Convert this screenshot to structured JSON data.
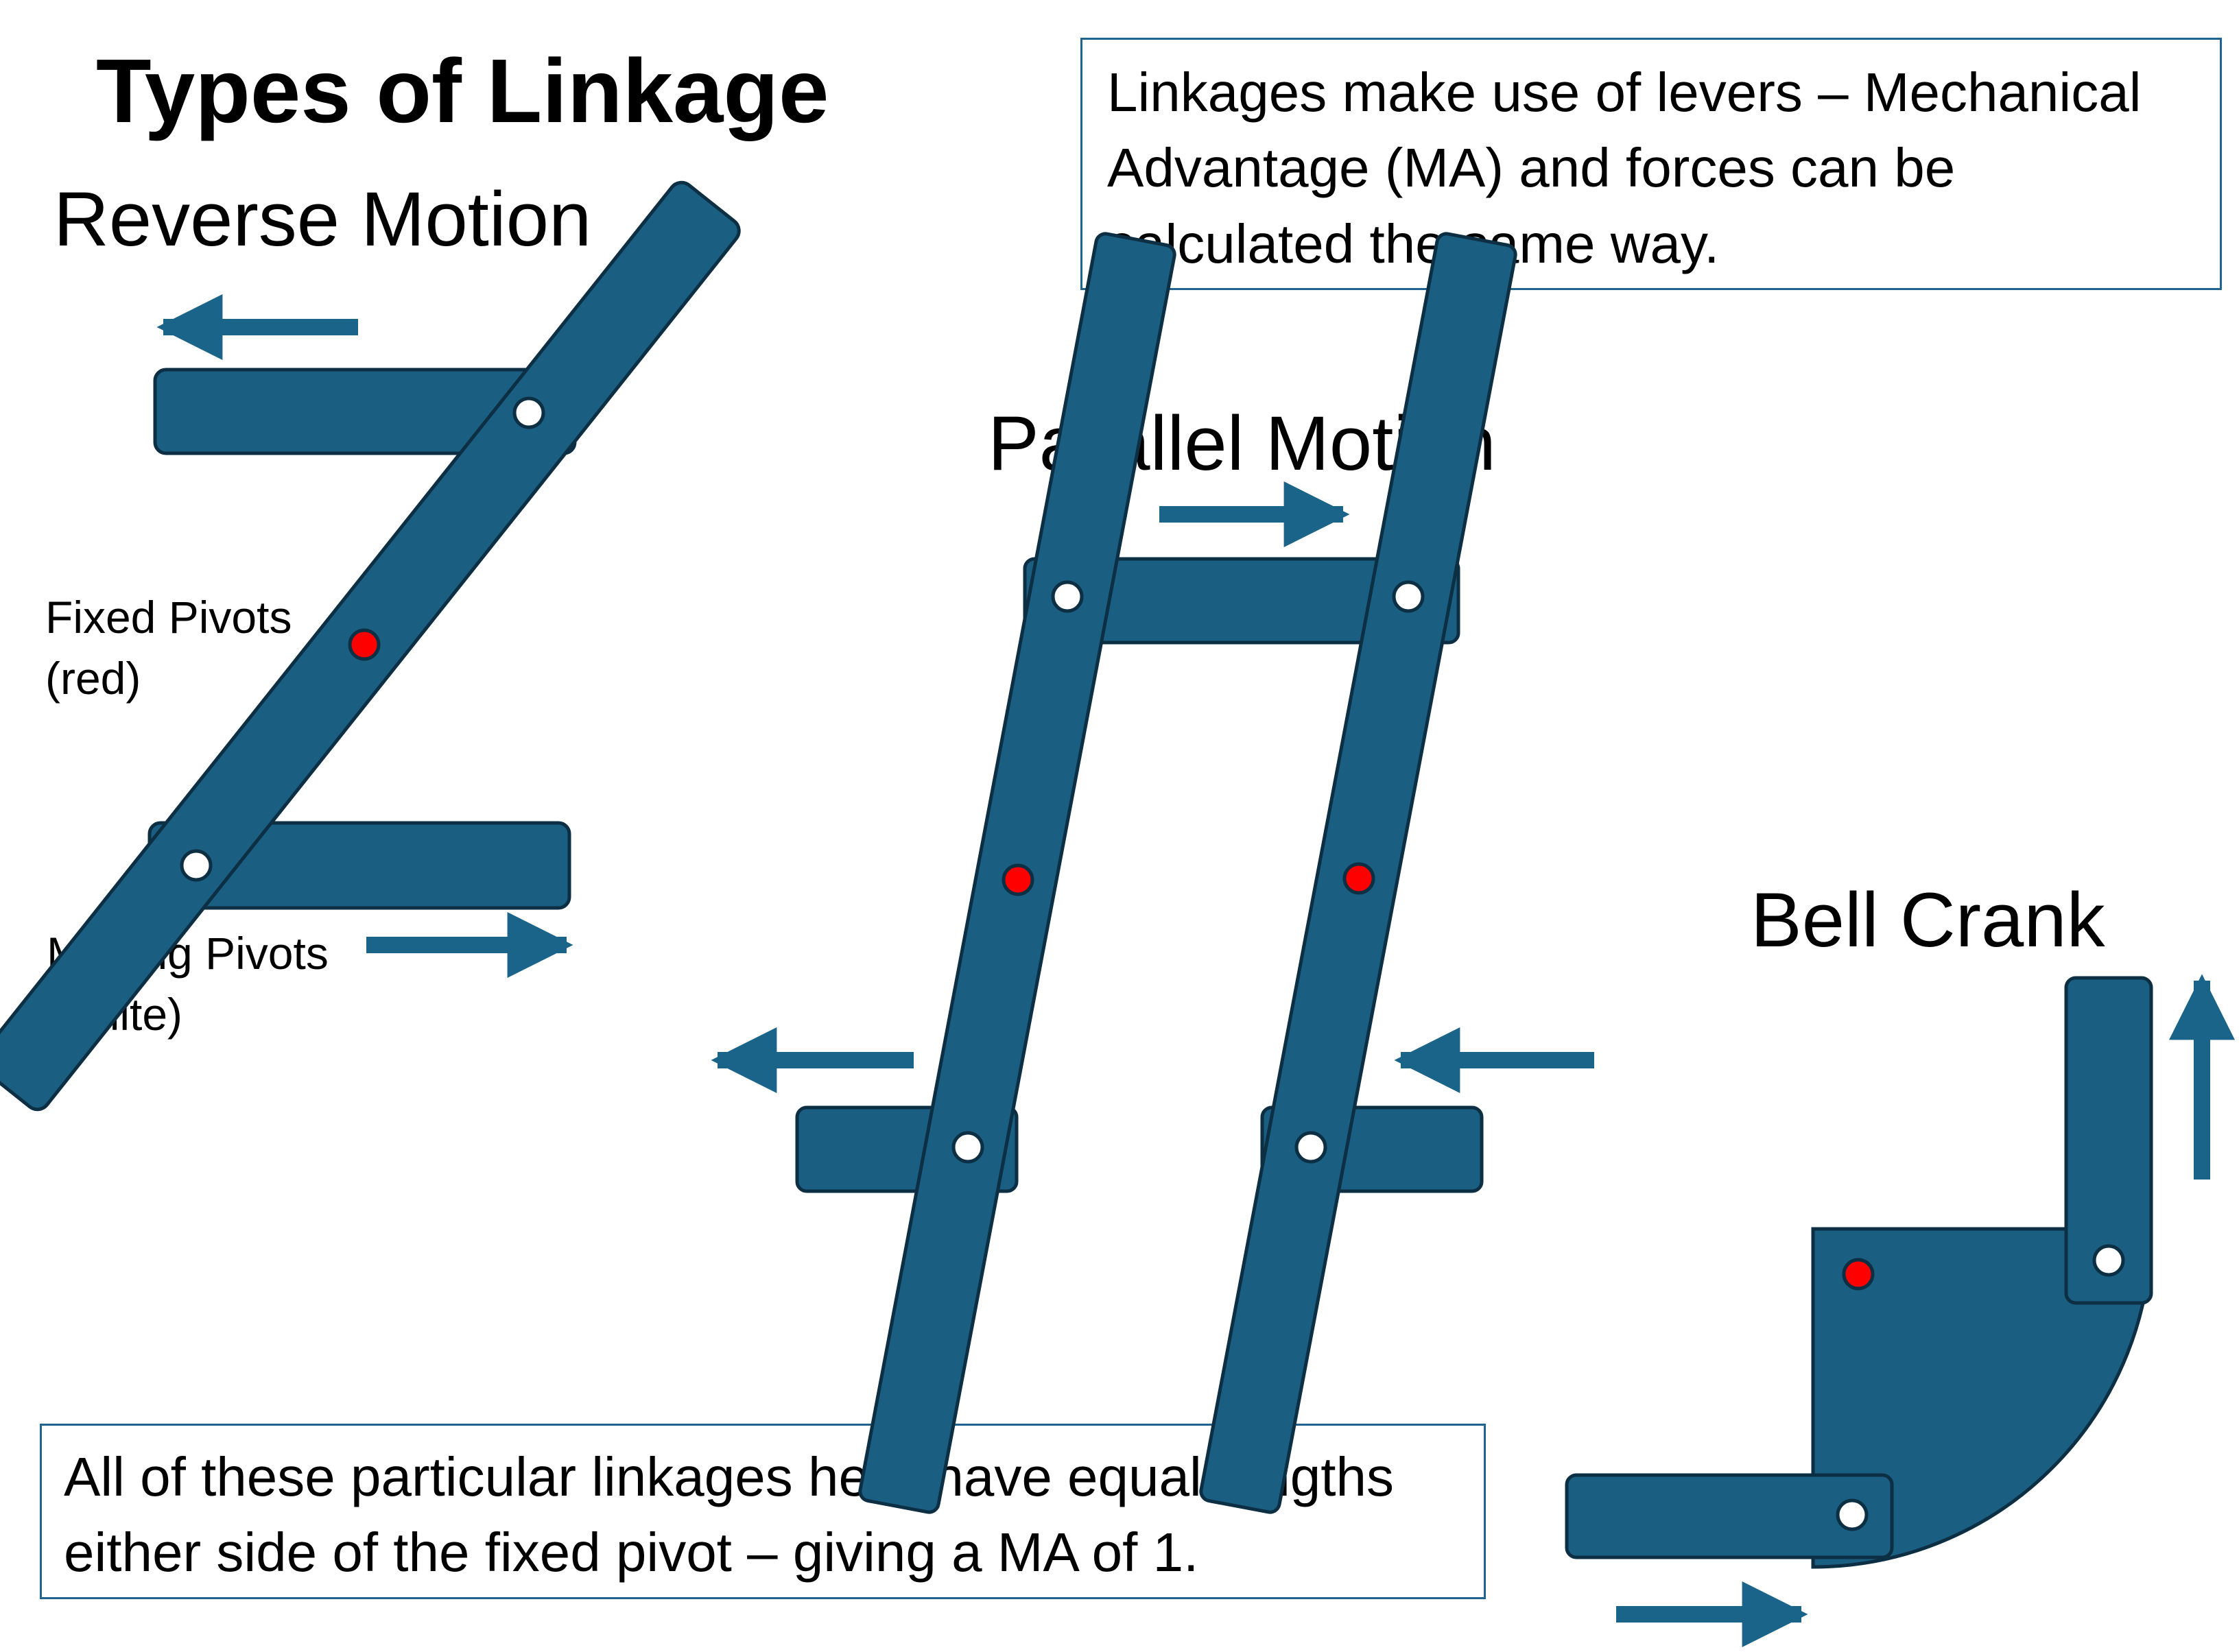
{
  "title": "Types of Linkage",
  "info_box": {
    "lines": [
      "Linkages make use of levers – Mechanical",
      "Advantage (MA) and forces can be",
      "calculated the same way."
    ]
  },
  "note_box": {
    "lines": [
      "All of these particular linkages here have equal lengths",
      "either side of the fixed pivot – giving a MA of 1."
    ]
  },
  "sections": {
    "reverse": {
      "heading": "Reverse Motion"
    },
    "parallel": {
      "heading": "Parallel Motion"
    },
    "bell": {
      "heading": "Bell Crank"
    }
  },
  "legend": {
    "fixed": [
      "Fixed Pivots",
      "(red)"
    ],
    "moving": [
      "Moving Pivots",
      "(white)"
    ]
  },
  "colors": {
    "link_fill": "#1a5e82",
    "link_stroke": "#0d2f44",
    "arrow": "#1a6389",
    "fixed_pivot": "#ff0000",
    "moving_pivot": "#ffffff",
    "box_border": "#1f6391"
  },
  "icons": {
    "fixed_pivot": "red-dot",
    "moving_pivot": "white-dot",
    "motion_arrow": "arrow"
  }
}
